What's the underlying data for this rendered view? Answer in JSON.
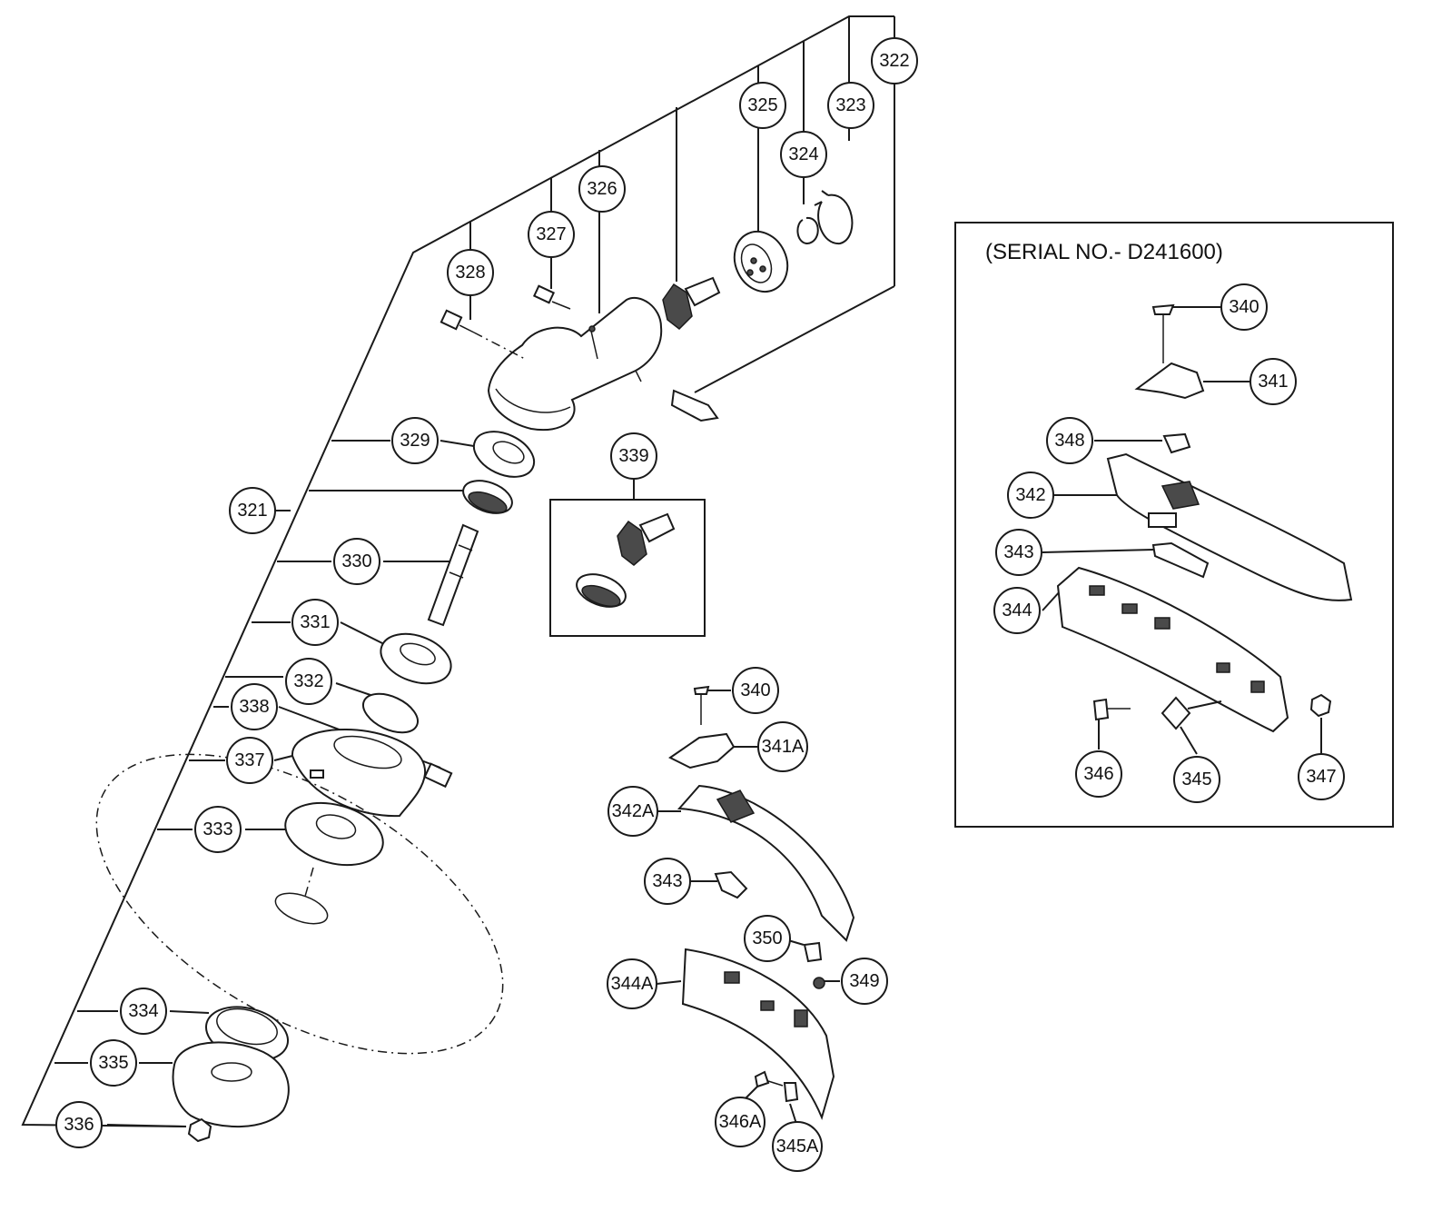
{
  "serial_note": "(SERIAL NO.- D241600)",
  "callouts": {
    "c321": "321",
    "c322": "322",
    "c323": "323",
    "c324": "324",
    "c325": "325",
    "c326": "326",
    "c327": "327",
    "c328": "328",
    "c329": "329",
    "c330": "330",
    "c331": "331",
    "c332": "332",
    "c333": "333",
    "c334": "334",
    "c335": "335",
    "c336": "336",
    "c337": "337",
    "c338": "338",
    "c339": "339",
    "c340a": "340",
    "c341A": "341A",
    "c342A": "342A",
    "c343a": "343",
    "c344A": "344A",
    "c345A": "345A",
    "c346A": "346A",
    "c349": "349",
    "c350": "350",
    "c340b": "340",
    "c341": "341",
    "c342": "342",
    "c343b": "343",
    "c344": "344",
    "c345": "345",
    "c346": "346",
    "c347": "347",
    "c348": "348"
  }
}
